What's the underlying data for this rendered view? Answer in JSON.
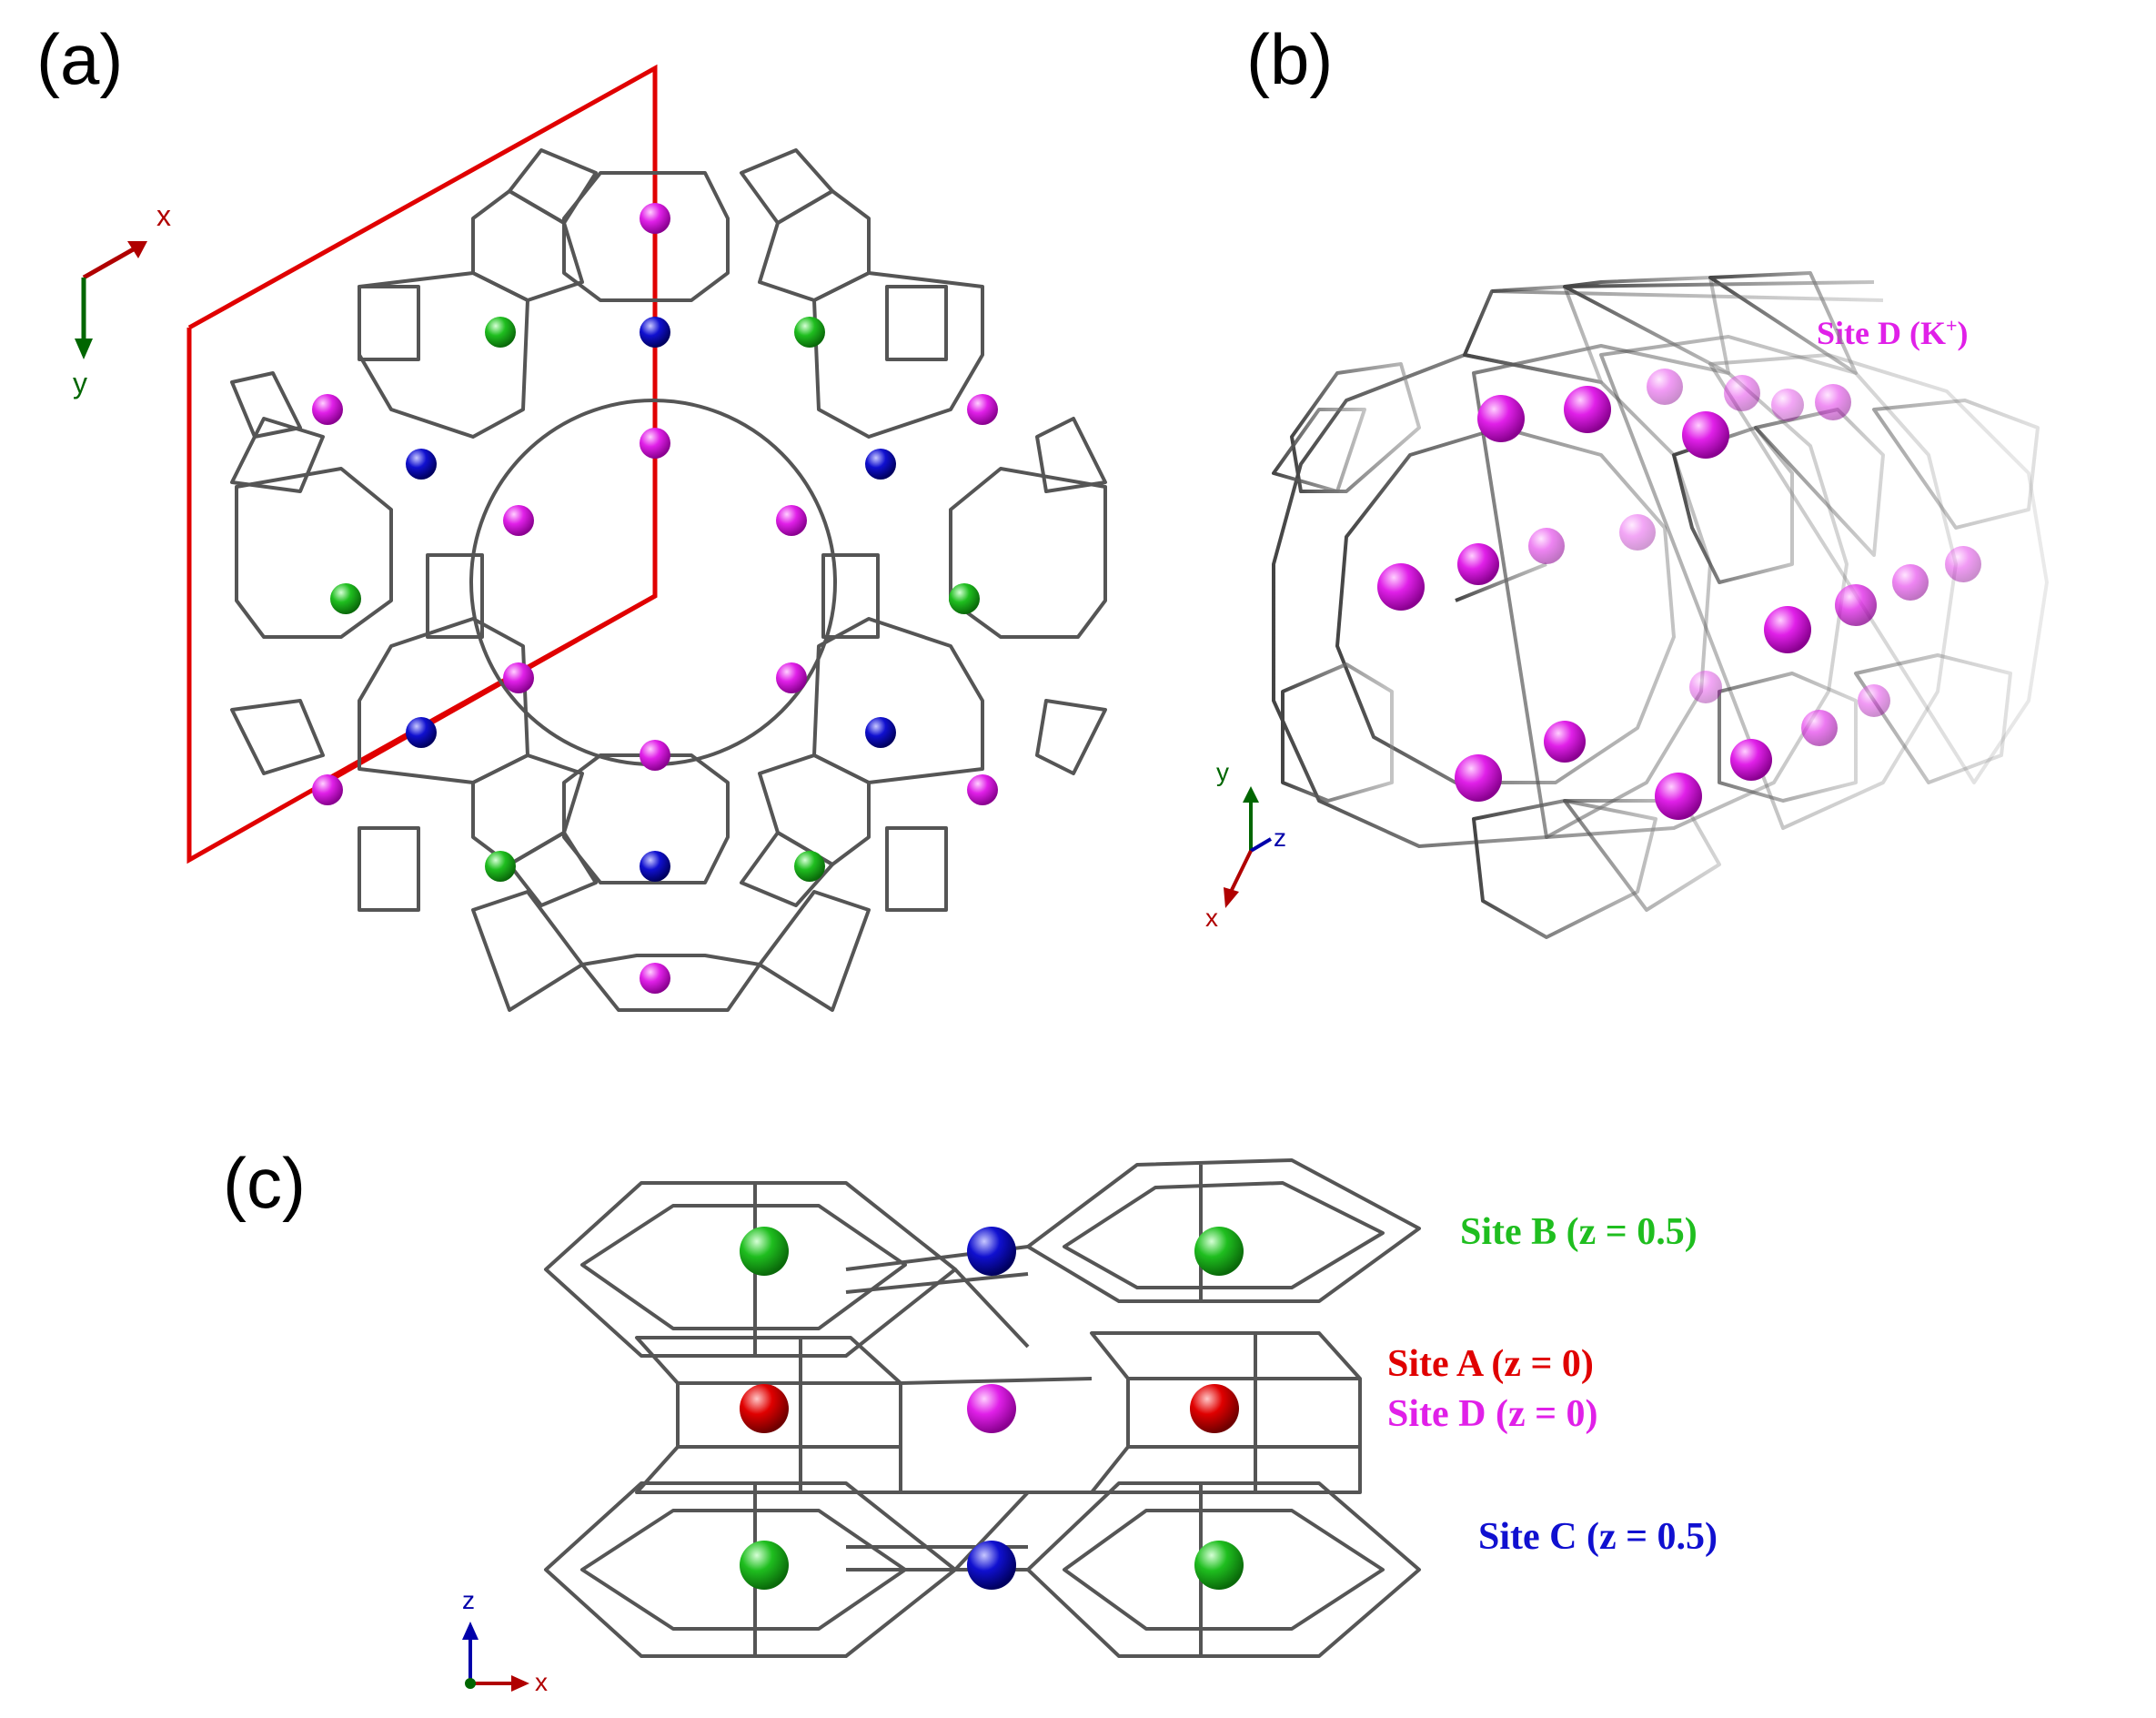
{
  "panels": {
    "a": {
      "label": "(a)"
    },
    "b": {
      "label": "(b)"
    },
    "c": {
      "label": "(c)"
    }
  },
  "axes_a": {
    "x": "x",
    "y": "y"
  },
  "axes_b": {
    "y": "y",
    "z": "z",
    "x": "x"
  },
  "axes_c": {
    "z": "z",
    "x": "x"
  },
  "site_labels": {
    "site_d_kplus_prefix": "Site D (K",
    "site_d_kplus_sup": "+",
    "site_d_kplus_suffix": ")",
    "site_b": "Site B (z = 0.5)",
    "site_a": "Site A (z = 0)",
    "site_d": "Site D (z = 0)",
    "site_c": "Site C (z = 0.5)"
  },
  "colors": {
    "site_a": "#e00000",
    "site_b": "#1fbe1f",
    "site_c": "#1010d0",
    "site_d": "#e020e8",
    "framework": "#555555",
    "unit_cell": "#e00000",
    "axis_x": "#b00000",
    "axis_y": "#006600",
    "axis_z": "#0000aa"
  }
}
